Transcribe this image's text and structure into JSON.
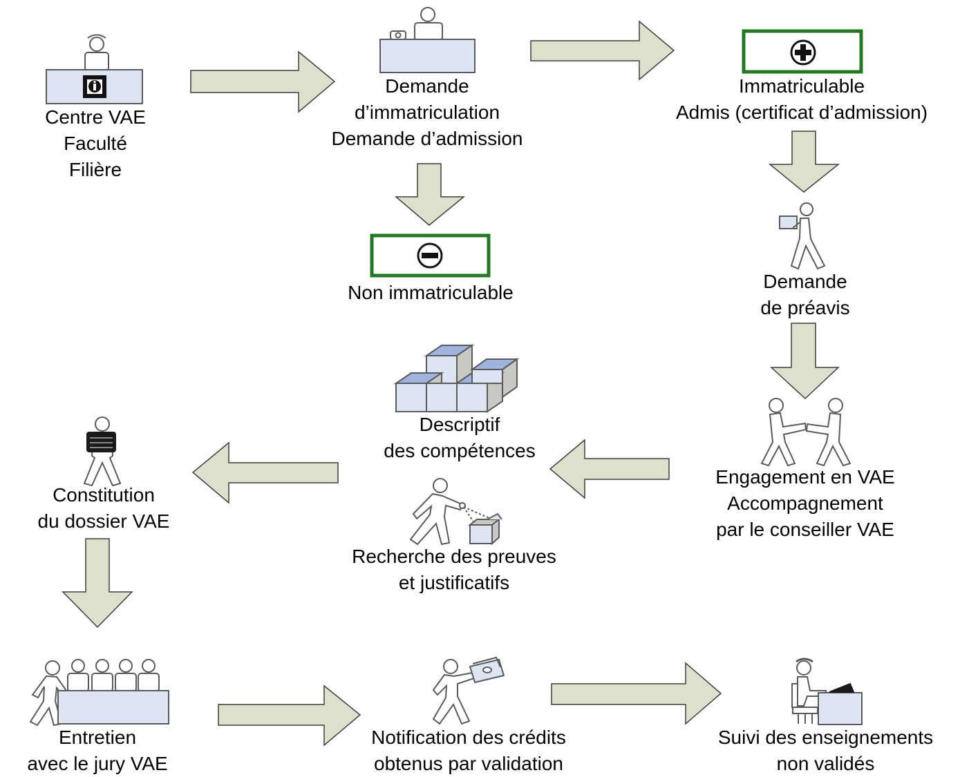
{
  "colors": {
    "arrow_fill": "#dfe0cc",
    "arrow_stroke": "#3f3f3f",
    "box_fill": "#dde5f3",
    "badge_border": "#217a21",
    "figure_fill": "#ffffff",
    "figure_stroke": "#5a5a5a"
  },
  "nodes": {
    "centre": {
      "icon": "info-desk-icon",
      "lines": [
        "Centre VAE",
        "Faculté",
        "Filière"
      ]
    },
    "demande": {
      "icon": "reception-desk-icon",
      "lines": [
        "Demande",
        "d’immatriculation",
        "Demande d’admission"
      ]
    },
    "immatriculable": {
      "icon": "plus-icon",
      "lines": [
        "Immatriculable",
        "Admis (certificat d’admission)"
      ]
    },
    "non_immatriculable": {
      "icon": "minus-icon",
      "lines": [
        "Non immatriculable"
      ]
    },
    "preavis": {
      "icon": "person-carrying-icon",
      "lines": [
        "Demande",
        "de préavis"
      ]
    },
    "engagement": {
      "icon": "handshake-icon",
      "lines": [
        "Engagement en VAE",
        "Accompagnement",
        "par le conseiller VAE"
      ]
    },
    "descriptif": {
      "icon": "boxes-icon",
      "lines": [
        "Descriptif",
        "des compétences"
      ]
    },
    "recherche": {
      "icon": "searching-person-icon",
      "lines": [
        "Recherche des preuves",
        "et justificatifs"
      ]
    },
    "constitution": {
      "icon": "person-with-file-icon",
      "lines": [
        "Constitution",
        "du dossier VAE"
      ]
    },
    "entretien": {
      "icon": "jury-icon",
      "lines": [
        "Entretien",
        "avec le jury VAE"
      ]
    },
    "notification": {
      "icon": "person-with-money-icon",
      "lines": [
        "Notification des crédits",
        "obtenus par validation"
      ]
    },
    "suivi": {
      "icon": "person-at-computer-icon",
      "lines": [
        "Suivi des enseignements",
        "non validés"
      ]
    }
  }
}
